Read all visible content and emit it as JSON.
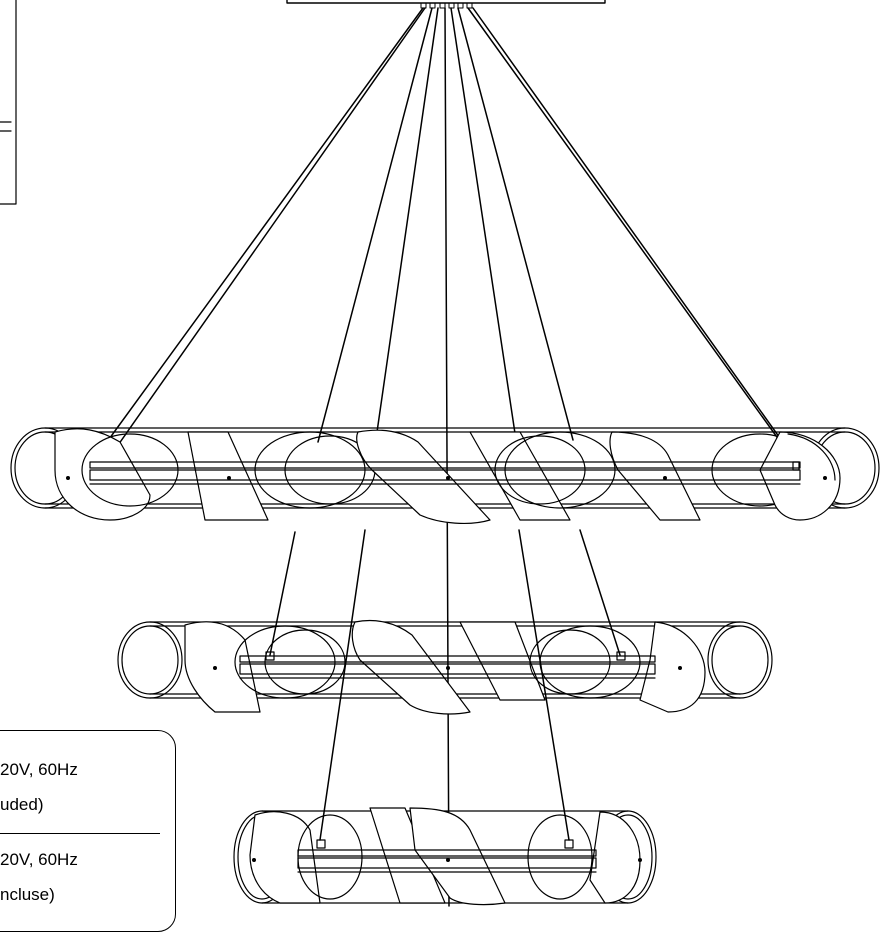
{
  "spec_box": {
    "lines": [
      "20V, 60Hz",
      "uded)",
      "20V, 60Hz",
      "ncluse)"
    ]
  },
  "colors": {
    "stroke": "#000000",
    "background": "#ffffff"
  }
}
